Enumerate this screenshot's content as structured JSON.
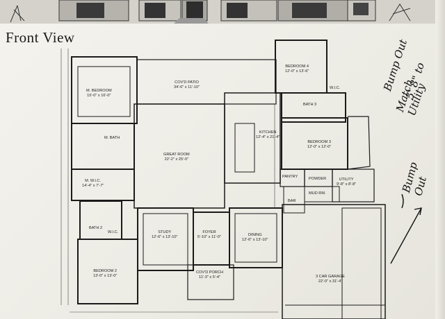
{
  "title": "Front View",
  "annotations": {
    "bump_out_1_a": "Bump Out",
    "bump_out_1_b": "5' 8\" to",
    "bump_out_1_c": "Match Utility",
    "bump_out_2": "Bump Out"
  },
  "rooms": {
    "bedroom4": {
      "name": "BEDROOM 4",
      "dim": "12'-0\" x 13'-6\""
    },
    "patio": {
      "name": "COV'D PATIO",
      "dim": "34'-6\" x 11'-10\""
    },
    "mbedroom": {
      "name": "M. BEDROOM",
      "dim": "15'-0\" x 16'-0\""
    },
    "mbath": {
      "name": "M. BATH",
      "dim": ""
    },
    "great": {
      "name": "GREAT ROOM",
      "dim": "22'-2\" x 25'-0\""
    },
    "kitchen": {
      "name": "KITCHEN",
      "dim": "12'-4\" x 21'-4\""
    },
    "bath3": {
      "name": "BATH 3",
      "dim": ""
    },
    "bedroom3": {
      "name": "BEDROOM 3",
      "dim": "12'-0\" x 12'-0\""
    },
    "mwic": {
      "name": "M. W.I.C.",
      "dim": "14'-4\" x 7'-7\""
    },
    "pantry": {
      "name": "PANTRY",
      "dim": ""
    },
    "powder": {
      "name": "POWDER",
      "dim": ""
    },
    "utility": {
      "name": "UTILITY",
      "dim": "9'-8\" x 8'-8\""
    },
    "bar": {
      "name": "BAR",
      "dim": ""
    },
    "mudrm": {
      "name": "MUD RM.",
      "dim": ""
    },
    "bath2": {
      "name": "BATH 2",
      "dim": ""
    },
    "study": {
      "name": "STUDY",
      "dim": "12'-6\" x 13'-10\""
    },
    "foyer": {
      "name": "FOYER",
      "dim": "5'-10\" x 11'-0\""
    },
    "dining": {
      "name": "DINING",
      "dim": "12'-6\" x 13'-10\""
    },
    "bedroom2": {
      "name": "BEDROOM 2",
      "dim": "13'-0\" x 13'-0\""
    },
    "porch": {
      "name": "COV'D PORCH",
      "dim": "11'-3\" x 5'-4\""
    },
    "garage": {
      "name": "3 CAR GARAGE",
      "dim": "22'-0\" x 31'-4\""
    },
    "wic_small1": {
      "name": "W.I.C.",
      "dim": ""
    },
    "wic_small2": {
      "name": "W.I.C.",
      "dim": ""
    }
  }
}
